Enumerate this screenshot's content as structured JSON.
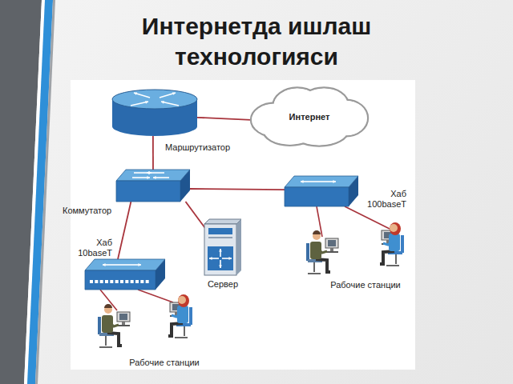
{
  "diagram": {
    "title": "Интернетда ишлаш технологияси",
    "nodes": [
      {
        "text": [
          "Маршрутизатор"
        ]
      },
      {
        "text": [
          "Интернет"
        ]
      },
      {
        "text": [
          "Коммутатор"
        ]
      },
      {
        "text": [
          "Хаб 100baseT"
        ]
      },
      {
        "text": [
          "Сервер"
        ]
      },
      {
        "text": [
          "Хаб 10baseT"
        ]
      }
    ],
    "edges": [
      {
        "from": 0,
        "to": 1,
        "arrow": "none"
      },
      {
        "from": 0,
        "to": 2,
        "arrow": "none"
      },
      {
        "from": 2,
        "to": 3,
        "arrow": "none"
      },
      {
        "from": 2,
        "to": 4,
        "arrow": "none"
      },
      {
        "from": 2,
        "to": 5,
        "arrow": "none"
      }
    ],
    "labels": [
      "Рабочие станции",
      "Рабочие станции"
    ]
  }
}
